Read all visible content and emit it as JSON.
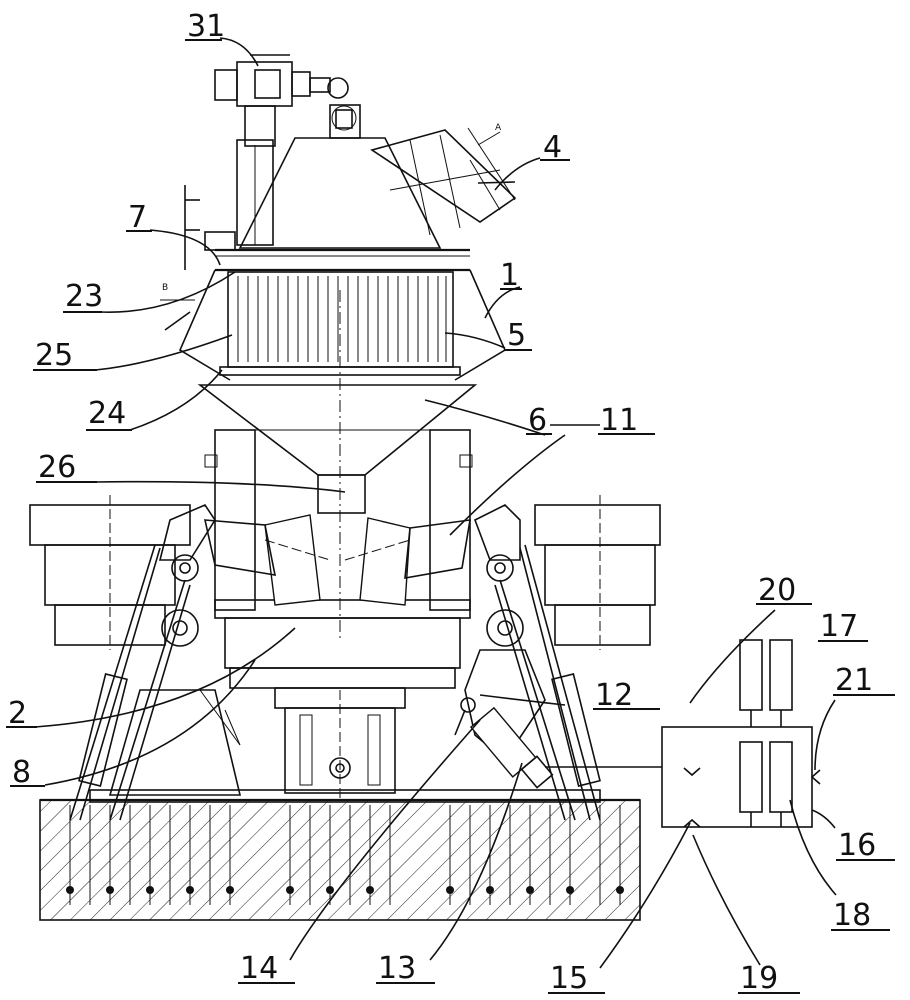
{
  "figure": {
    "labels": [
      {
        "id": "31",
        "text": "31"
      },
      {
        "id": "4",
        "text": "4"
      },
      {
        "id": "7",
        "text": "7"
      },
      {
        "id": "1",
        "text": "1"
      },
      {
        "id": "23",
        "text": "23"
      },
      {
        "id": "25",
        "text": "25"
      },
      {
        "id": "5",
        "text": "5"
      },
      {
        "id": "24",
        "text": "24"
      },
      {
        "id": "6",
        "text": "6"
      },
      {
        "id": "11",
        "text": "11"
      },
      {
        "id": "26",
        "text": "26"
      },
      {
        "id": "20",
        "text": "20"
      },
      {
        "id": "17",
        "text": "17"
      },
      {
        "id": "21",
        "text": "21"
      },
      {
        "id": "12",
        "text": "12"
      },
      {
        "id": "2",
        "text": "2"
      },
      {
        "id": "8",
        "text": "8"
      },
      {
        "id": "16",
        "text": "16"
      },
      {
        "id": "18",
        "text": "18"
      },
      {
        "id": "14",
        "text": "14"
      },
      {
        "id": "13",
        "text": "13"
      },
      {
        "id": "15",
        "text": "15"
      },
      {
        "id": "19",
        "text": "19"
      }
    ],
    "marks": {
      "a": "A",
      "b": "B"
    }
  }
}
